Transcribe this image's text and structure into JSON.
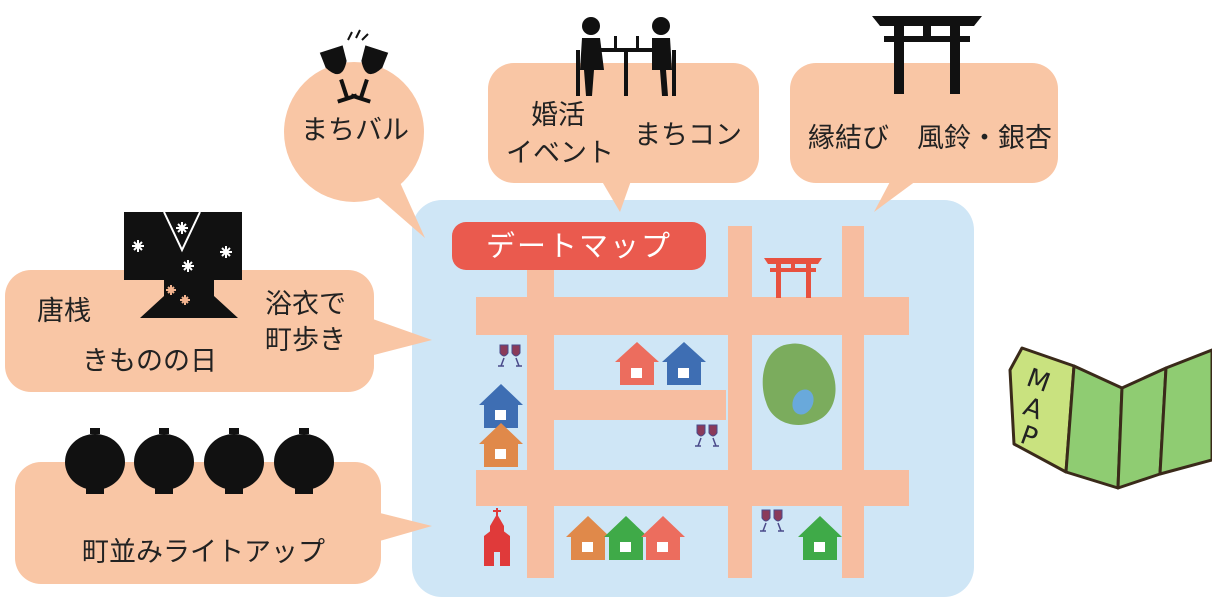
{
  "map_title": "デートマップ",
  "bubbles": {
    "machi_bar": "まちバル",
    "konkatsu_line1": "婚活",
    "konkatsu_line2": "イベント",
    "machicon": "まちコン",
    "enmusubi": "縁結び",
    "furin_icho": "風鈴・銀杏",
    "tozan": "唐桟",
    "yukata_line1": "浴衣で",
    "yukata_line2": "町歩き",
    "kimono_day": "きものの日",
    "lightup": "町並みライトアップ"
  },
  "folded_map_letters": [
    "M",
    "A",
    "P"
  ],
  "colors": {
    "bubble": "#f9c6a5",
    "map_bg": "#cfe6f6",
    "road": "#f7bda0",
    "title_bg": "#ea5a4e",
    "house_blue": "#3e6eb3",
    "house_orange": "#e0894a",
    "house_green": "#3faa48",
    "house_red": "#ec6d5e",
    "church": "#e03a3a",
    "torii_red": "#e8513f",
    "park_green": "#7bac5d",
    "pond": "#69a9db",
    "map_light": "#c9e27f",
    "map_dark": "#8fcc72"
  }
}
